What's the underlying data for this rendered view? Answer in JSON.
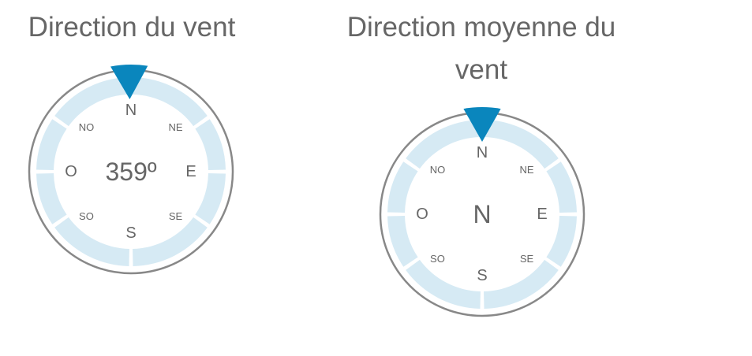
{
  "widgets": [
    {
      "title": "Direction du vent",
      "center_text": "359º",
      "direction_degrees": 359,
      "labels": {
        "N": "N",
        "NE": "NE",
        "E": "E",
        "SE": "SE",
        "S": "S",
        "SO": "SO",
        "O": "O",
        "NO": "NO"
      }
    },
    {
      "title": "Direction moyenne du vent",
      "center_text": "N",
      "direction_degrees": 0,
      "labels": {
        "N": "N",
        "NE": "NE",
        "E": "E",
        "SE": "SE",
        "S": "S",
        "SO": "SO",
        "O": "O",
        "NO": "NO"
      }
    }
  ],
  "colors": {
    "ring": "#d6eaf4",
    "pointer": "#0a86bd",
    "border": "#888888",
    "text": "#666666"
  }
}
